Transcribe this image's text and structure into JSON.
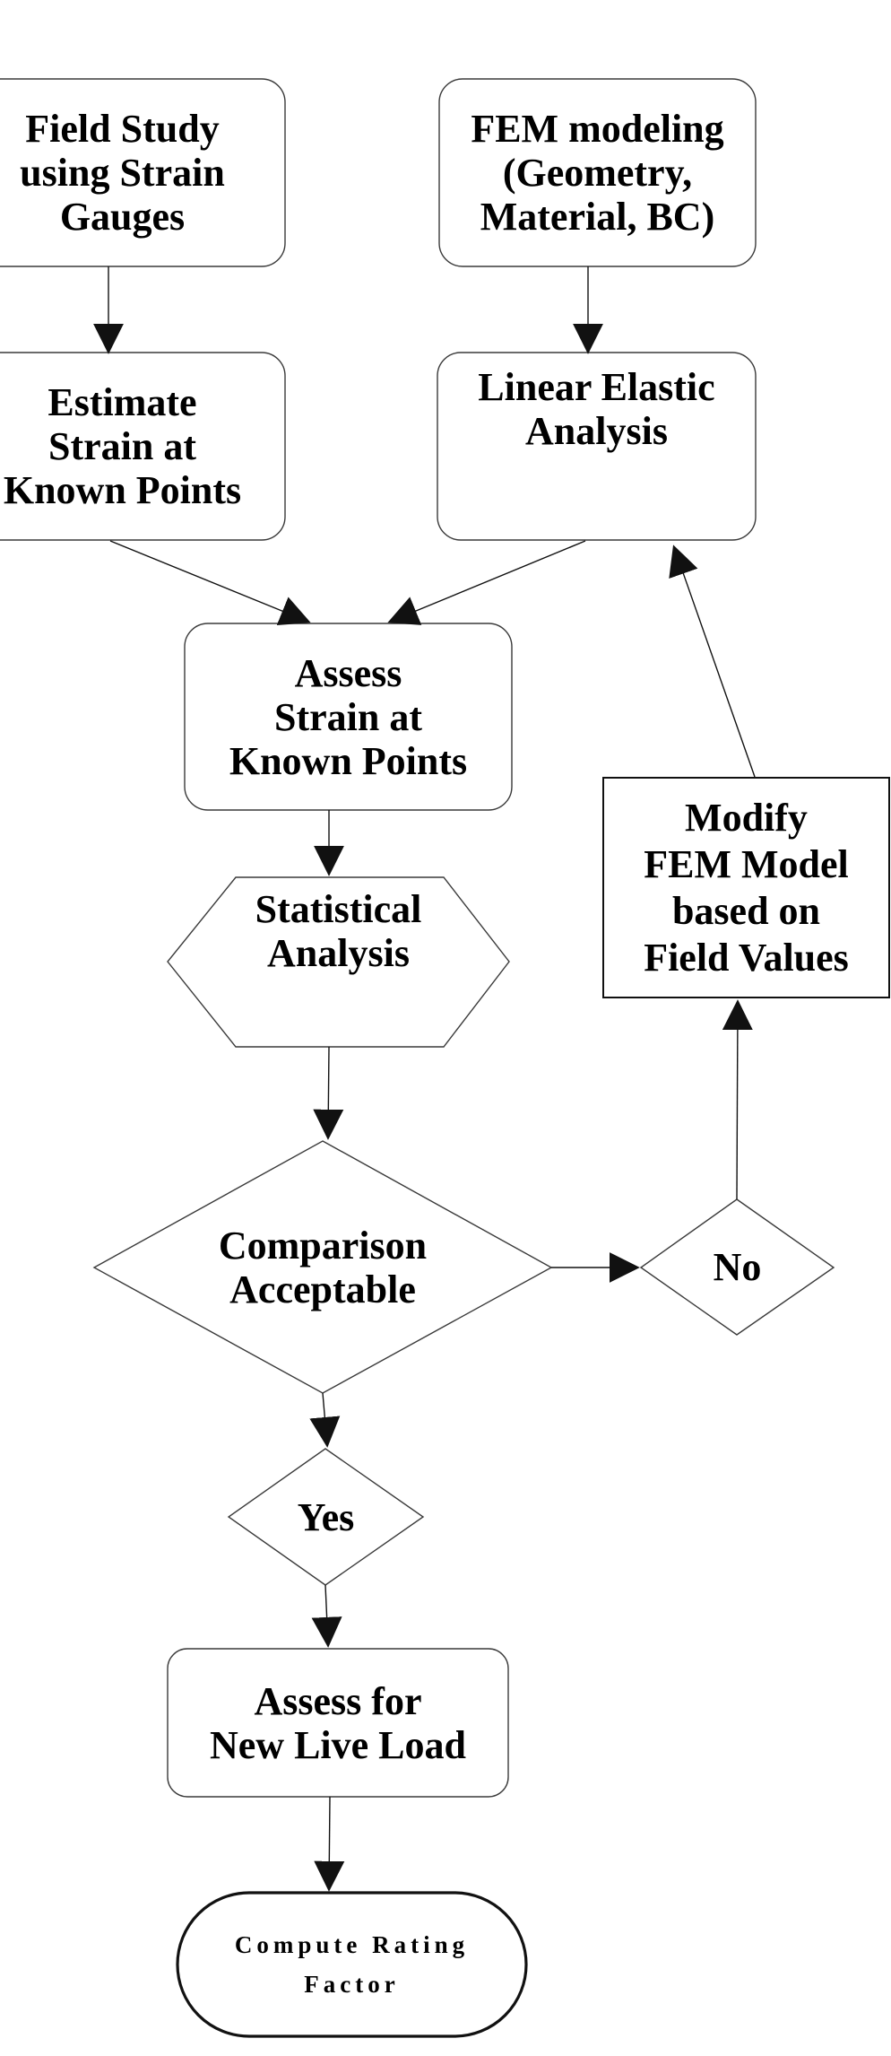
{
  "diagram": {
    "type": "flowchart",
    "colors": {
      "outline": "#3a3a3a",
      "dark": "#111111",
      "background": "#ffffff",
      "text": "#000000"
    },
    "nodes": {
      "field_study": {
        "label": "Field Study\nusing Strain\nGauges",
        "shape": "rounded-rectangle"
      },
      "fem_modeling": {
        "label": "FEM modeling\n(Geometry,\nMaterial, BC)",
        "shape": "rounded-rectangle"
      },
      "estimate_strain": {
        "label": "Estimate\nStrain at\nKnown Points",
        "shape": "rounded-rectangle"
      },
      "linear_elastic": {
        "label": "Linear Elastic\nAnalysis",
        "shape": "rounded-rectangle"
      },
      "assess_strain": {
        "label": "Assess\nStrain at\nKnown Points",
        "shape": "rounded-rectangle"
      },
      "statistical_analysis": {
        "label": "Statistical\nAnalysis",
        "shape": "hexagon"
      },
      "comparison_acceptable": {
        "label": "Comparison\nAcceptable",
        "shape": "diamond"
      },
      "no": {
        "label": "No",
        "shape": "diamond"
      },
      "modify_fem": {
        "label": "Modify\nFEM Model\nbased on\nField Values",
        "shape": "rectangle"
      },
      "yes": {
        "label": "Yes",
        "shape": "diamond"
      },
      "assess_new_live_load": {
        "label": "Assess for\nNew Live Load",
        "shape": "rounded-rectangle"
      },
      "compute_rating_factor": {
        "label": "Compute Rating\nFactor",
        "shape": "stadium-terminator"
      }
    },
    "edges": [
      {
        "from": "field_study",
        "to": "estimate_strain"
      },
      {
        "from": "fem_modeling",
        "to": "linear_elastic"
      },
      {
        "from": "estimate_strain",
        "to": "assess_strain"
      },
      {
        "from": "linear_elastic",
        "to": "assess_strain"
      },
      {
        "from": "assess_strain",
        "to": "statistical_analysis"
      },
      {
        "from": "statistical_analysis",
        "to": "comparison_acceptable"
      },
      {
        "from": "comparison_acceptable",
        "to": "no"
      },
      {
        "from": "no",
        "to": "modify_fem"
      },
      {
        "from": "modify_fem",
        "to": "linear_elastic"
      },
      {
        "from": "comparison_acceptable",
        "to": "yes"
      },
      {
        "from": "yes",
        "to": "assess_new_live_load"
      },
      {
        "from": "assess_new_live_load",
        "to": "compute_rating_factor"
      }
    ]
  }
}
